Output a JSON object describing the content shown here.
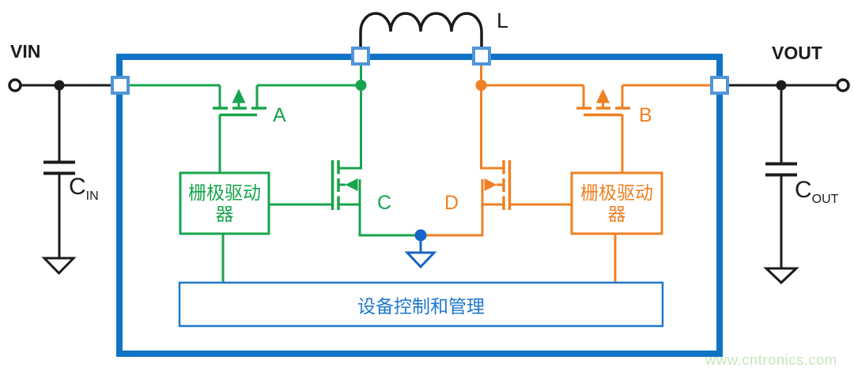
{
  "diagram": {
    "type": "circuit-schematic",
    "description": "4-switch buck-boost converter block diagram",
    "labels": {
      "vin": "VIN",
      "vout": "VOUT",
      "inductor": "L",
      "fet_a": "A",
      "fet_b": "B",
      "fet_c": "C",
      "fet_d": "D",
      "cap_in": {
        "symbol": "C",
        "sub": "IN"
      },
      "cap_out": {
        "symbol": "C",
        "sub": "OUT"
      }
    },
    "gate_driver_left": {
      "lines": [
        "栅极驱动",
        "器"
      ]
    },
    "gate_driver_right": {
      "lines": [
        "栅极驱动",
        "器"
      ]
    },
    "control_box": {
      "label": "设备控制和管理"
    },
    "watermark": "www.cntronics.com",
    "colors": {
      "ic_outline_blue": "#1173c5",
      "pin_border_blue": "#4f95d9",
      "control_blue": "#1e78cc",
      "ground_dot_blue": "#1763c6",
      "green": "#17a44d",
      "orange": "#ef8023",
      "wire_black": "#1b1b1b",
      "watermark_green": "#c9e5b8"
    }
  }
}
